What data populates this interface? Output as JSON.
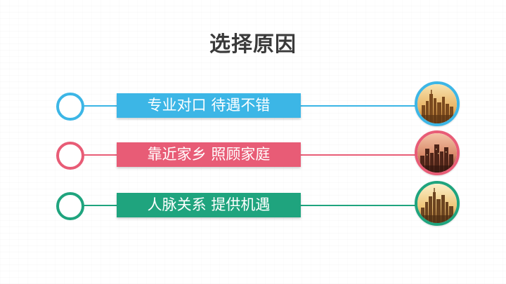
{
  "title": "选择原因",
  "items": [
    {
      "text": "专业对口  待遇不错",
      "color": "#3cb6e6"
    },
    {
      "text": "靠近家乡  照顾家庭",
      "color": "#e85c76"
    },
    {
      "text": "人脉关系  提供机遇",
      "color": "#1fa47e"
    }
  ],
  "icons": [
    "city-skyline-photo",
    "city-skyline-photo",
    "city-skyline-photo"
  ]
}
